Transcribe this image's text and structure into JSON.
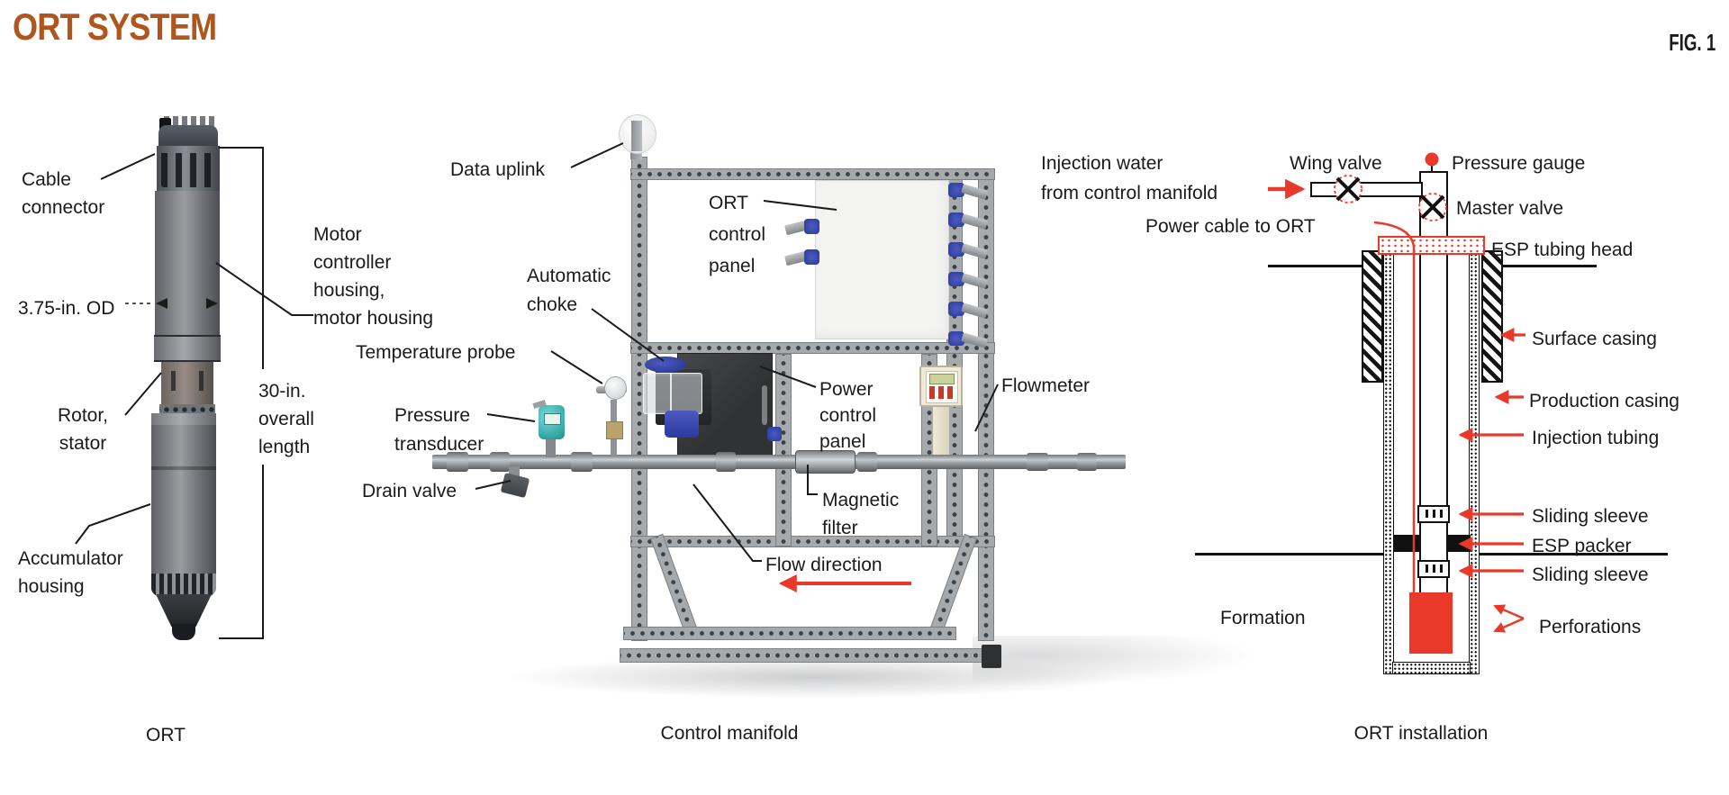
{
  "header": {
    "title": "ORT SYSTEM",
    "fig_label": "FIG. 1"
  },
  "colors": {
    "title_orange": "#AF561E",
    "annotation_red": "#E8392B",
    "text_black": "#1A1A1A"
  },
  "panels": {
    "ort": {
      "caption": "ORT",
      "labels": {
        "cable_connector": "Cable\nconnector",
        "od": "3.75-in. OD",
        "motor_housing": "Motor\ncontroller\nhousing,\nmotor housing",
        "rotor_stator": "Rotor,\nstator",
        "overall_length": "30-in.\noverall\nlength",
        "accumulator": "Accumulator\nhousing"
      }
    },
    "manifold": {
      "caption": "Control manifold",
      "labels": {
        "data_uplink": "Data uplink",
        "ort_control_panel": "ORT\ncontrol\npanel",
        "automatic_choke": "Automatic\nchoke",
        "temperature_probe": "Temperature probe",
        "pressure_transducer": "Pressure\ntransducer",
        "drain_valve": "Drain valve",
        "power_control_panel": "Power\ncontrol\npanel",
        "magnetic_filter": "Magnetic\nfilter",
        "flowmeter": "Flowmeter",
        "flow_direction": "Flow direction"
      }
    },
    "installation": {
      "caption": "ORT installation",
      "labels": {
        "injection_water": "Injection water\nfrom control manifold",
        "wing_valve": "Wing valve",
        "pressure_gauge": "Pressure gauge",
        "master_valve": "Master valve",
        "power_cable": "Power cable to ORT",
        "esp_tubing_head": "ESP tubing head",
        "surface_casing": "Surface casing",
        "production_casing": "Production casing",
        "injection_tubing": "Injection tubing",
        "sliding_sleeve_upper": "Sliding sleeve",
        "esp_packer": "ESP packer",
        "sliding_sleeve_lower": "Sliding sleeve",
        "formation": "Formation",
        "perforations": "Perforations"
      }
    }
  }
}
